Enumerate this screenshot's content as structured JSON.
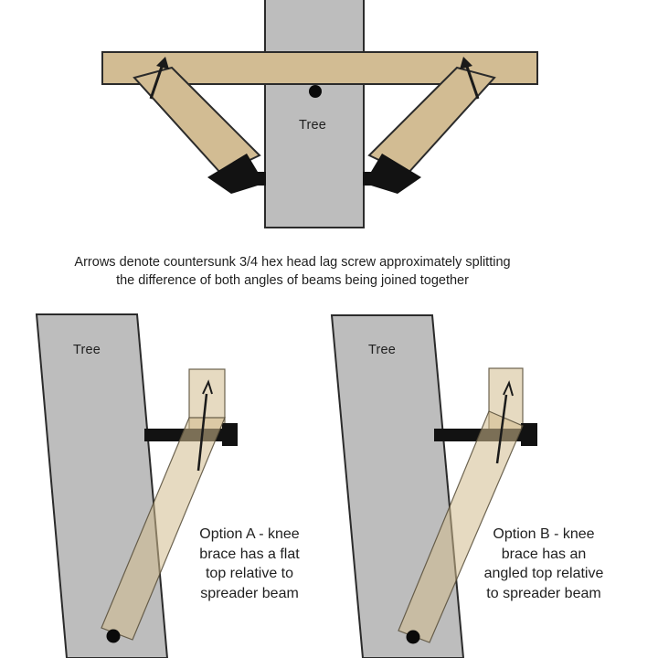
{
  "diagram_title": "Treehouse spreader beam and knee brace attachment diagram",
  "colors": {
    "wood_tan": "#d2bc93",
    "tree_gray": "#bdbdbd",
    "outline_dark": "#2b2b2b",
    "hardware_black": "#121212",
    "translucent_wood": "rgba(210,188,142,0.55)",
    "text": "#1f1f1f",
    "background": "#ffffff"
  },
  "top_diagram": {
    "tree_label": "Tree"
  },
  "middle_caption": {
    "text": "Arrows denote countersunk 3/4 hex head lag screw approximately splitting\nthe difference of both angles of beams being joined together"
  },
  "option_a": {
    "tree_label": "Tree",
    "caption": "Option A - knee\nbrace has a flat\ntop relative to\nspreader beam"
  },
  "option_b": {
    "tree_label": "Tree",
    "caption": "Option B - knee\nbrace has an\nangled top relative\nto spreader beam"
  }
}
